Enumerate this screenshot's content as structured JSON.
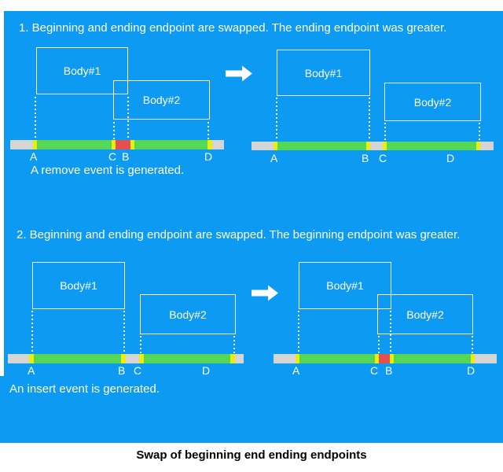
{
  "caption": "Swap of beginning end ending endpoints",
  "colors": {
    "canvas_blue": "#0D9AF2",
    "bar_gray": "#D5D5D5",
    "interval_green": "#55D855",
    "endpoint_yellow": "#EDED0B",
    "overlap_red": "#E35050",
    "diagram_text": "#FFFFFF",
    "caption_text": "#000000"
  },
  "sections": [
    {
      "title": "1. Beginning and ending endpoint are swapped. The ending endpoint was greater.",
      "note": "A remove event is generated.",
      "diagrams": [
        {
          "name": "before",
          "body1": "Body#1",
          "body2": "Body#2",
          "axis_labels": [
            "A",
            "C",
            "B",
            "D"
          ]
        },
        {
          "name": "after",
          "body1": "Body#1",
          "body2": "Body#2",
          "axis_labels": [
            "A",
            "B",
            "C",
            "D"
          ]
        }
      ]
    },
    {
      "title": "2. Beginning and ending endpoint are swapped. The beginning endpoint was greater.",
      "note": "An insert event is generated.",
      "diagrams": [
        {
          "name": "before",
          "body1": "Body#1",
          "body2": "Body#2",
          "axis_labels": [
            "A",
            "B",
            "C",
            "D"
          ]
        },
        {
          "name": "after",
          "body1": "Body#1",
          "body2": "Body#2",
          "axis_labels": [
            "A",
            "C",
            "B",
            "D"
          ]
        }
      ]
    }
  ]
}
